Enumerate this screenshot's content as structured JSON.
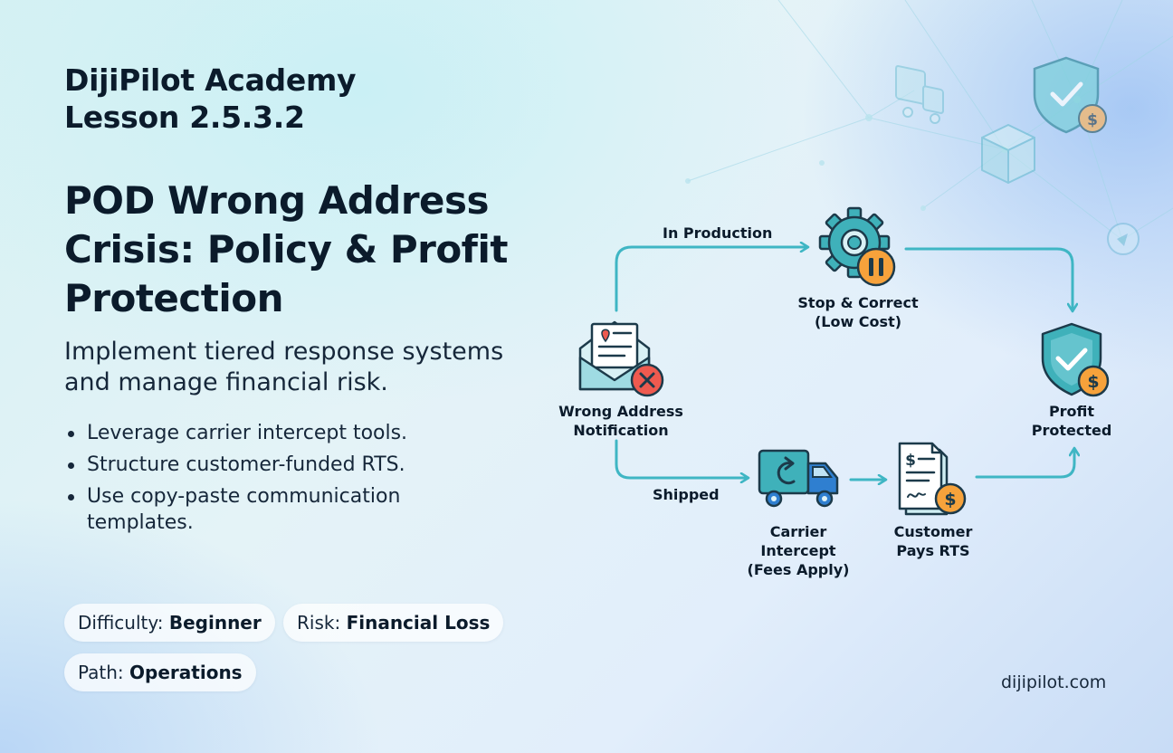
{
  "header": {
    "academy_line1": "DijiPilot Academy",
    "academy_line2": "Lesson 2.5.3.2"
  },
  "hero": {
    "title": "POD Wrong Address Crisis: Policy & Profit Protection",
    "subtitle": "Implement tiered response systems and manage financial risk.",
    "bullets": [
      "Leverage carrier intercept tools.",
      "Structure customer-funded RTS.",
      "Use copy-paste communication templates."
    ]
  },
  "tags": {
    "difficulty_label": "Difficulty:",
    "difficulty_value": "Beginner",
    "risk_label": "Risk:",
    "risk_value": "Financial Loss",
    "path_label": "Path:",
    "path_value": "Operations"
  },
  "footer": {
    "site": "dijipilot.com"
  },
  "flow": {
    "nodes": {
      "notification": {
        "line1": "Wrong Address",
        "line2": "Notification",
        "icon": "envelope-error-icon"
      },
      "stop_correct": {
        "line1": "Stop & Correct",
        "line2": "(Low Cost)",
        "icon": "gear-pause-icon"
      },
      "carrier_intercept": {
        "line1": "Carrier",
        "line2": "Intercept",
        "line3": "(Fees Apply)",
        "icon": "truck-return-icon"
      },
      "customer_pays": {
        "line1": "Customer",
        "line2": "Pays RTS",
        "icon": "invoice-dollar-icon"
      },
      "profit_protected": {
        "line1": "Profit",
        "line2": "Protected",
        "icon": "shield-dollar-icon"
      }
    },
    "edges": {
      "in_production": "In Production",
      "shipped": "Shipped"
    }
  },
  "colors": {
    "arrow": "#3fb6c4",
    "teal": "#3fb1ba",
    "dark_outline": "#1c3a4a",
    "error_red": "#ee5a4f",
    "coin_orange": "#f6a23b"
  }
}
